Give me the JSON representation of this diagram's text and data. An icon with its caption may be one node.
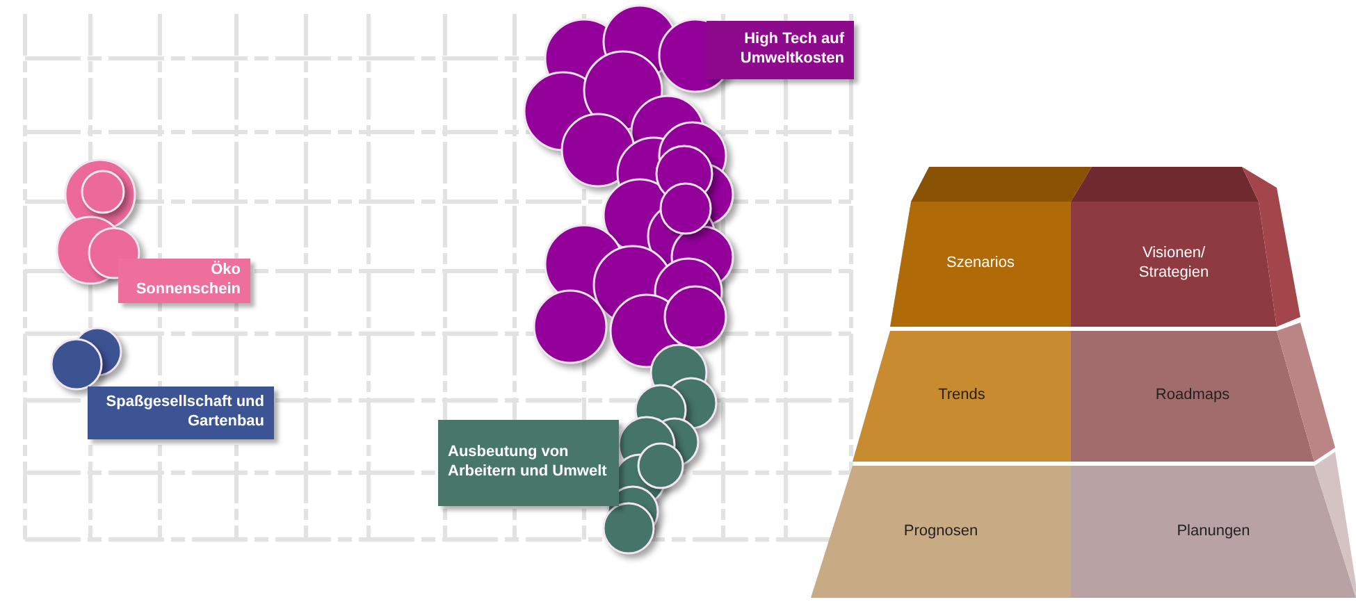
{
  "diagram": {
    "nodes": [
      {
        "text": [
          "High Tech auf Umweltkosten"
        ]
      },
      {
        "text": [
          "Öko Sonnenschein"
        ]
      },
      {
        "text": [
          "Spaßgesellschaft und Gartenbau"
        ]
      },
      {
        "text": [
          "Ausbeutung von Arbeitern und Umwelt"
        ]
      },
      {
        "text": [
          "Szenarios"
        ]
      },
      {
        "text": [
          "Visionen/ Strategien"
        ]
      },
      {
        "text": [
          "Trends"
        ]
      },
      {
        "text": [
          "Roadmaps"
        ]
      },
      {
        "text": [
          "Prognosen"
        ]
      },
      {
        "text": [
          "Planungen"
        ]
      }
    ]
  }
}
